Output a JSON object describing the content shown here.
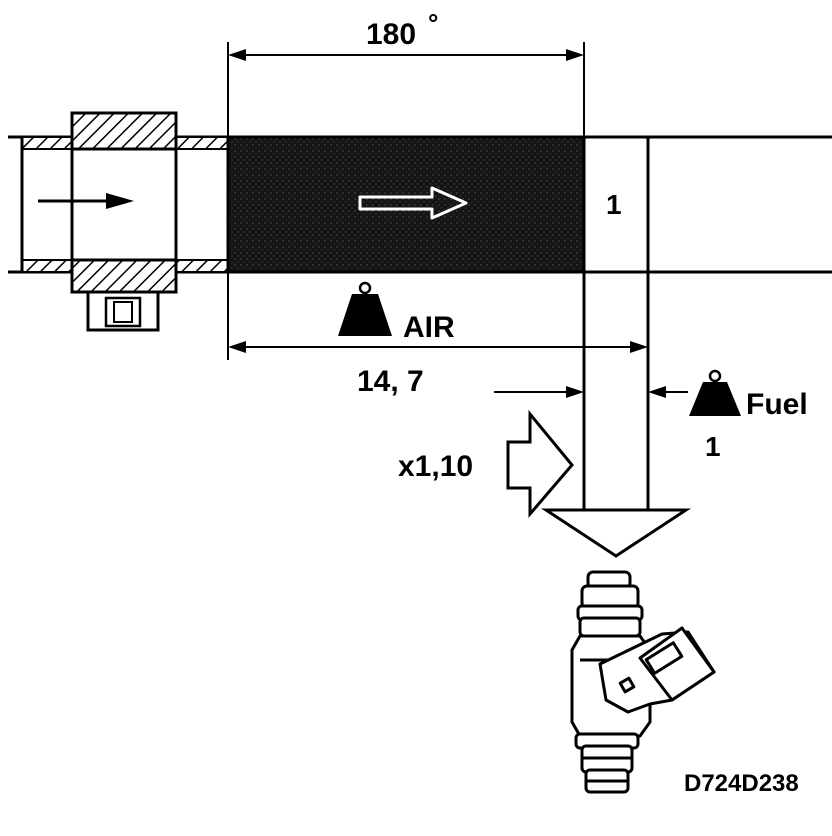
{
  "labels": {
    "angle": "180",
    "degree": "°",
    "cylinder_ratio": "1",
    "air": "AIR",
    "air_ratio": "14, 7",
    "fuel": "Fuel",
    "fuel_ratio": "1",
    "enrichment": "x1,10",
    "figure_code": "D724D238"
  },
  "colors": {
    "line": "#000000",
    "background": "#ffffff",
    "air_charge": "#1a1a1a"
  },
  "icons": [
    "flow-arrow-icon",
    "weight-icon",
    "hollow-arrow-icon",
    "fuel-injector-icon"
  ]
}
